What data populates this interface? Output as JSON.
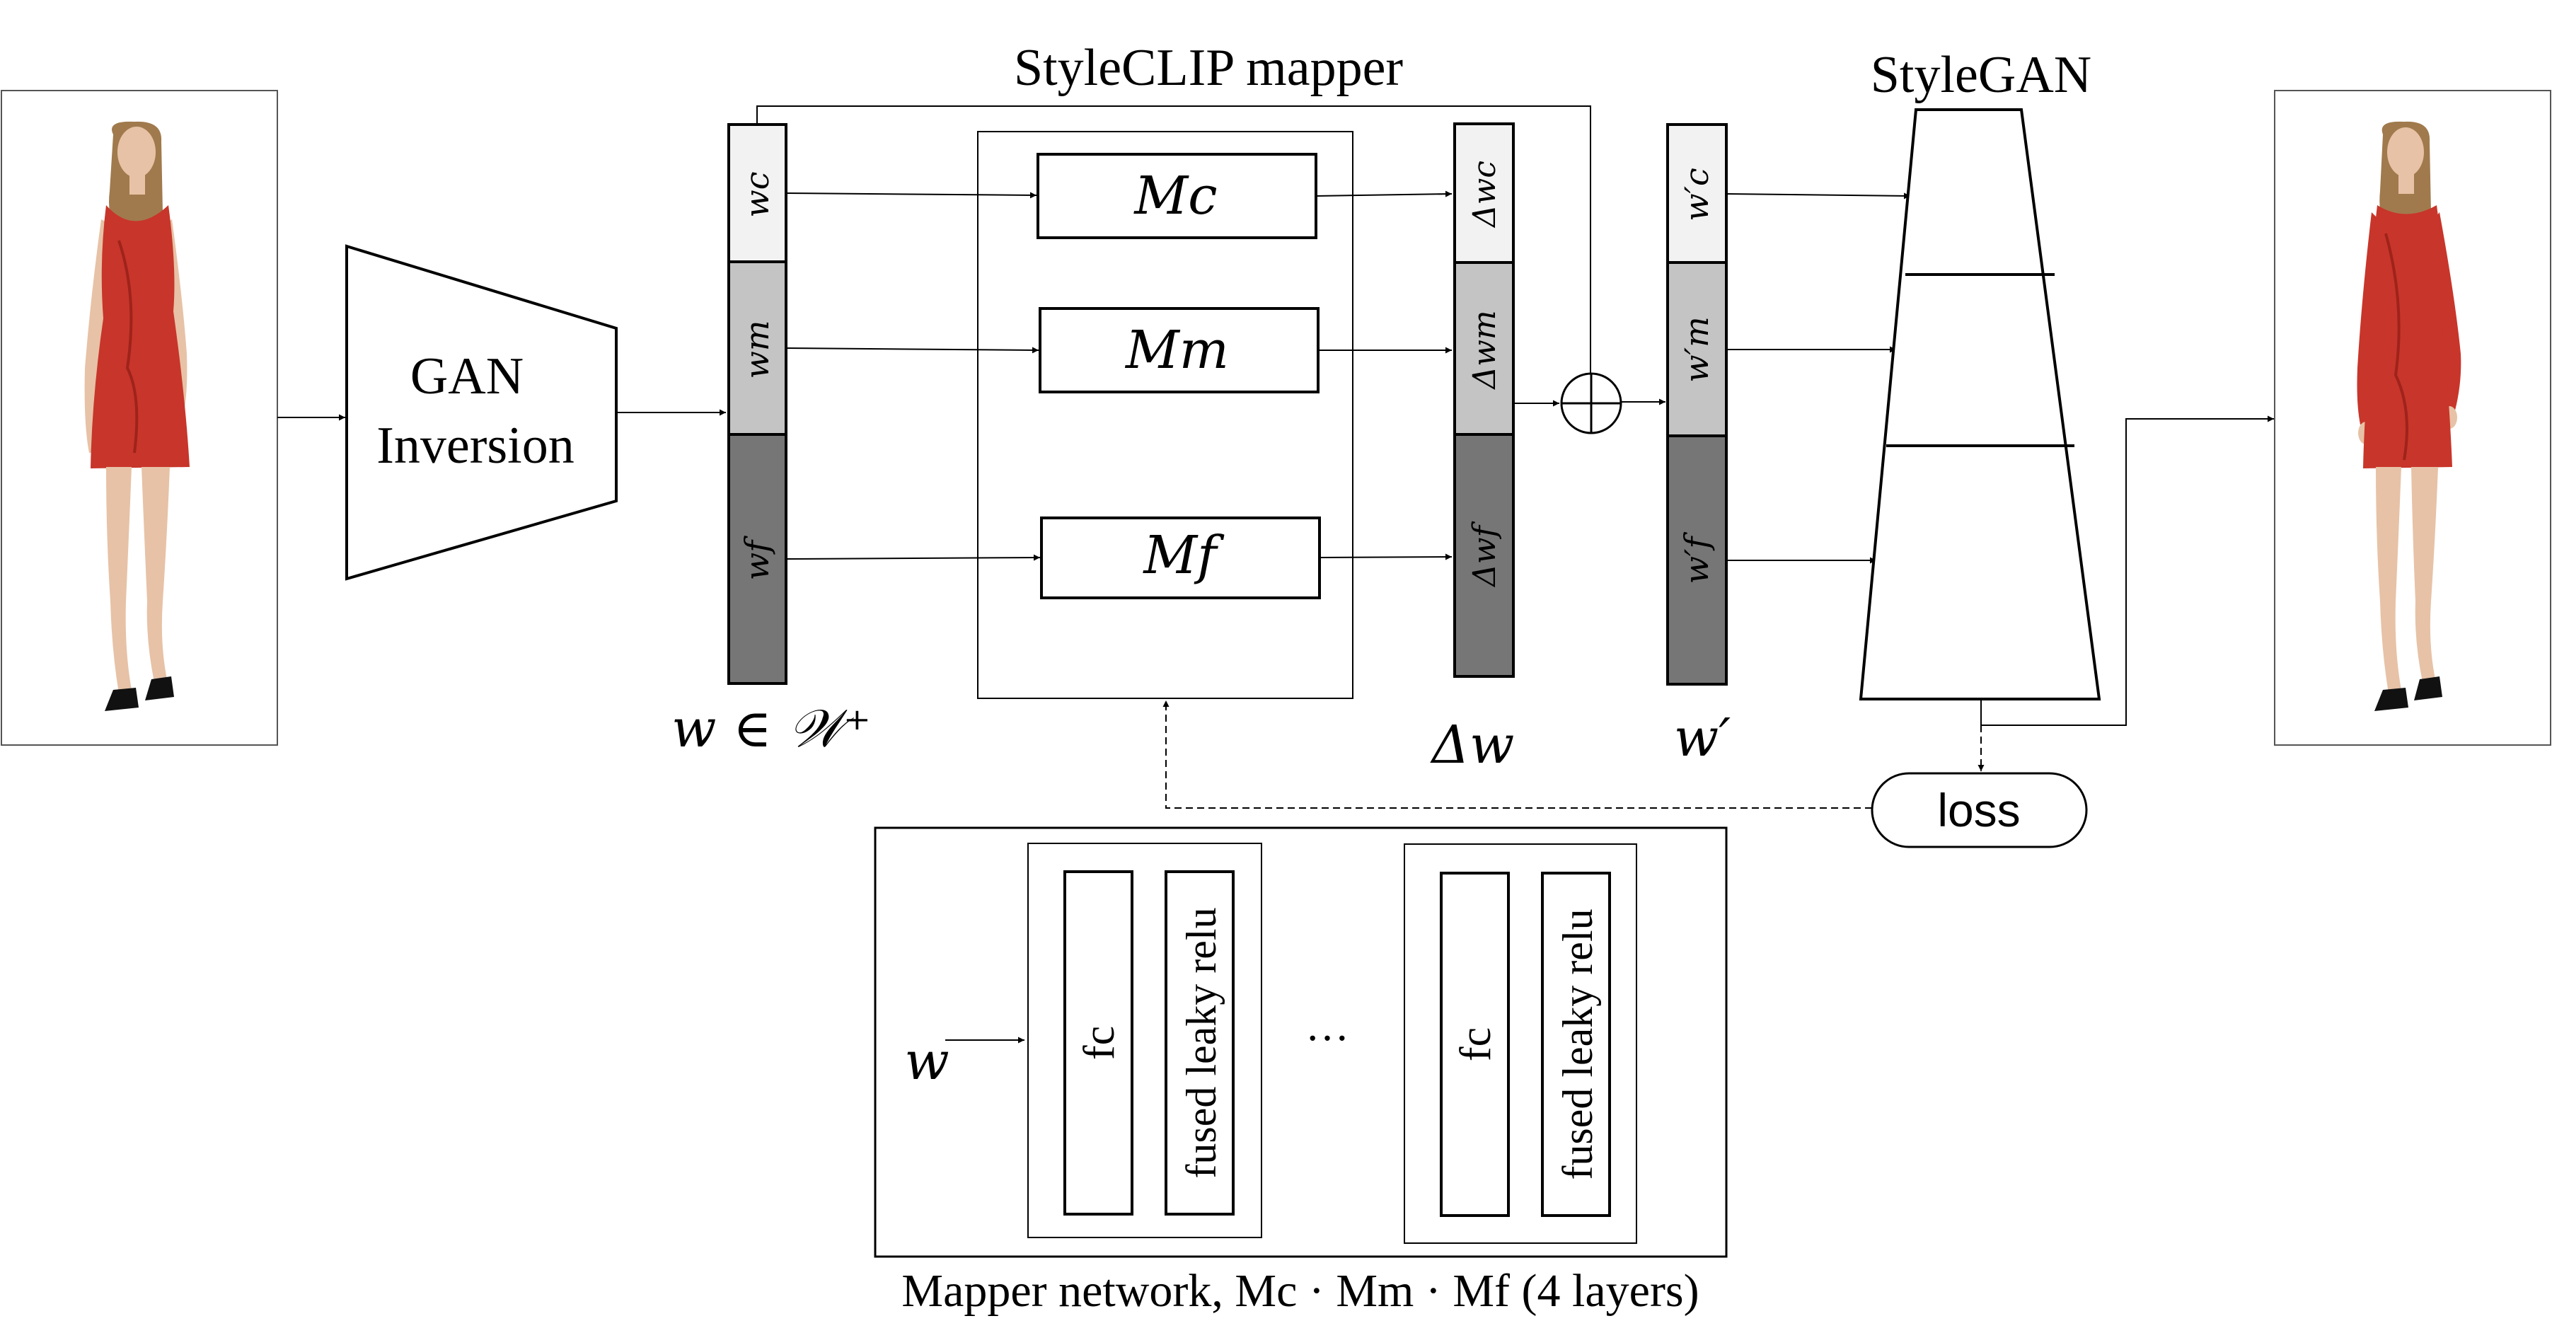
{
  "labels": {
    "styleclip_mapper": "StyleCLIP mapper",
    "stylegan": "StyleGAN",
    "gan_inversion": [
      "GAN",
      "Inversion"
    ],
    "loss": "loss",
    "w_in_wplus": "w ∈ 𝒲⁺",
    "delta_w": "Δw",
    "w_prime": "w′",
    "mapper_input_w": "w",
    "mapper_caption": "Mapper network, Mc · Mm · Mf (4 layers)",
    "ellipsis": "…",
    "fc": "fc",
    "fused_leaky_relu": "fused leaky relu"
  },
  "latent_w": {
    "coarse": "wc",
    "medium": "wm",
    "fine": "wf"
  },
  "mappers": {
    "coarse": "Mc",
    "medium": "Mm",
    "fine": "Mf"
  },
  "delta": {
    "coarse": "Δwc",
    "medium": "Δwm",
    "fine": "Δwf"
  },
  "latent_w_prime": {
    "coarse": "w′c",
    "medium": "w′m",
    "fine": "w′f"
  },
  "images": {
    "input": "model-in-red-sleeveless-dress",
    "output": "model-in-red-long-sleeve-dress"
  },
  "colors": {
    "coarse_fill": "#f2f2f2",
    "medium_fill": "#c4c4c4",
    "fine_fill": "#767676",
    "dress_red": "#c8352a",
    "skin": "#e7c2a6",
    "hair": "#a07a4d"
  }
}
